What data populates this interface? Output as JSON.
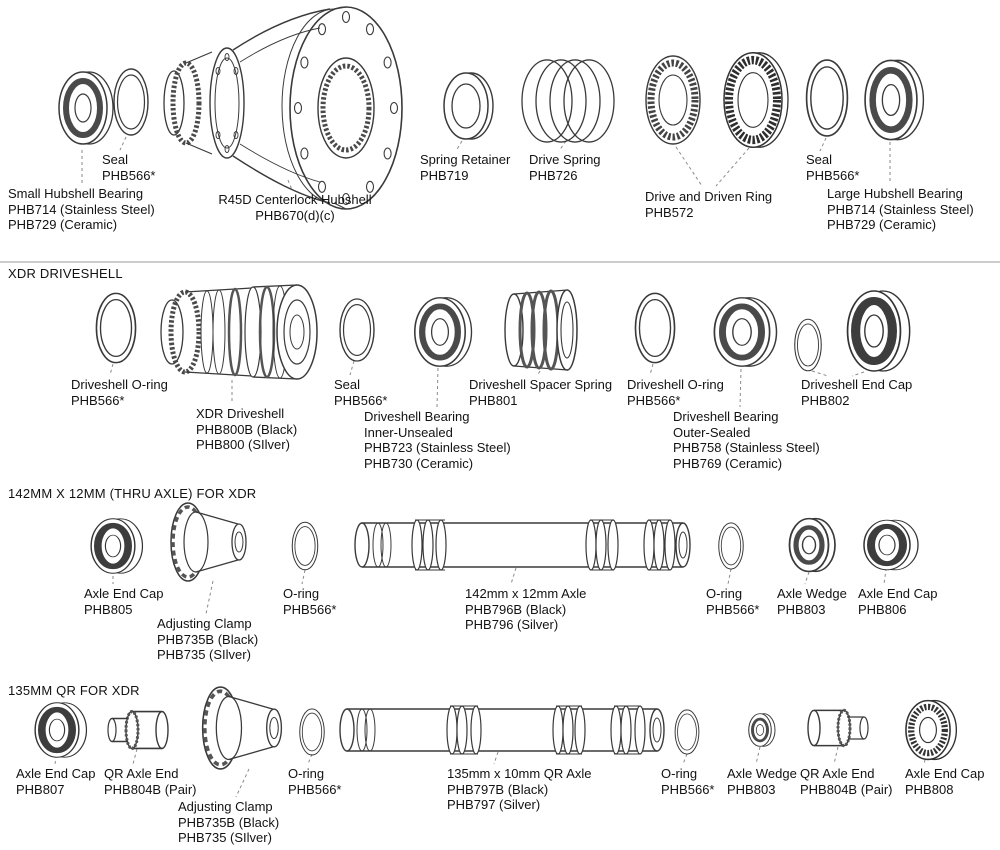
{
  "diagram": {
    "palette": {
      "ink": "#121212",
      "line_art": "#3a3a3a",
      "divider": "#999999"
    },
    "section_headers": {
      "driveshell": "XDR DRIVESHELL",
      "thru_axle": "142MM X 12MM (THRU AXLE) FOR XDR",
      "qr": "135MM QR FOR XDR"
    },
    "labels": {
      "seal_left": {
        "lines": [
          "Seal",
          "PHB566*"
        ]
      },
      "small_hubshell_bearing": {
        "lines": [
          "Small Hubshell Bearing",
          "PHB714 (Stainless Steel)",
          "PHB729 (Ceramic)"
        ]
      },
      "hubshell": {
        "lines": [
          "R45D Centerlock Hubshell",
          "PHB670(d)(c)"
        ]
      },
      "spring_retainer": {
        "lines": [
          "Spring Retainer",
          "PHB719"
        ]
      },
      "drive_spring": {
        "lines": [
          "Drive Spring",
          "PHB726"
        ]
      },
      "drive_driven_ring": {
        "lines": [
          "Drive and Driven Ring",
          "PHB572"
        ]
      },
      "seal_right": {
        "lines": [
          "Seal",
          "PHB566*"
        ]
      },
      "large_hubshell_bearing": {
        "lines": [
          "Large Hubshell Bearing",
          "PHB714 (Stainless Steel)",
          "PHB729 (Ceramic)"
        ]
      },
      "driveshell_oring_left": {
        "lines": [
          "Driveshell O-ring",
          "PHB566*"
        ]
      },
      "xdr_driveshell": {
        "lines": [
          "XDR Driveshell",
          "PHB800B (Black)",
          "PHB800 (SIlver)"
        ]
      },
      "seal_driveshell": {
        "lines": [
          "Seal",
          "PHB566*"
        ]
      },
      "driveshell_bearing_inner": {
        "lines": [
          "Driveshell Bearing",
          "Inner-Unsealed",
          "PHB723 (Stainless Steel)",
          "PHB730 (Ceramic)"
        ]
      },
      "driveshell_spacer_spring": {
        "lines": [
          "Driveshell Spacer Spring",
          "PHB801"
        ]
      },
      "driveshell_oring_right": {
        "lines": [
          "Driveshell O-ring",
          "PHB566*"
        ]
      },
      "driveshell_bearing_outer": {
        "lines": [
          "Driveshell Bearing",
          "Outer-Sealed",
          "PHB758 (Stainless Steel)",
          "PHB769 (Ceramic)"
        ]
      },
      "driveshell_end_cap": {
        "lines": [
          "Driveshell End Cap",
          "PHB802"
        ]
      },
      "axle_end_cap_805": {
        "lines": [
          "Axle End Cap",
          "PHB805"
        ]
      },
      "adjusting_clamp_thru": {
        "lines": [
          "Adjusting Clamp",
          "PHB735B (Black)",
          "PHB735 (SIlver)"
        ]
      },
      "oring_thru_left": {
        "lines": [
          "O-ring",
          "PHB566*"
        ]
      },
      "axle_142": {
        "lines": [
          "142mm x 12mm Axle",
          "PHB796B (Black)",
          "PHB796 (Silver)"
        ]
      },
      "oring_thru_right": {
        "lines": [
          "O-ring",
          "PHB566*"
        ]
      },
      "axle_wedge_thru": {
        "lines": [
          "Axle Wedge",
          "PHB803"
        ]
      },
      "axle_end_cap_806": {
        "lines": [
          "Axle End Cap",
          "PHB806"
        ]
      },
      "axle_end_cap_807": {
        "lines": [
          "Axle End Cap",
          "PHB807"
        ]
      },
      "qr_axle_end_left": {
        "lines": [
          "QR Axle End",
          "PHB804B (Pair)"
        ]
      },
      "adjusting_clamp_qr": {
        "lines": [
          "Adjusting Clamp",
          "PHB735B (Black)",
          "PHB735 (SIlver)"
        ]
      },
      "oring_qr_left": {
        "lines": [
          "O-ring",
          "PHB566*"
        ]
      },
      "axle_135": {
        "lines": [
          "135mm x 10mm QR Axle",
          "PHB797B (Black)",
          "PHB797 (Silver)"
        ]
      },
      "oring_qr_right": {
        "lines": [
          "O-ring",
          "PHB566*"
        ]
      },
      "axle_wedge_qr": {
        "lines": [
          "Axle Wedge",
          "PHB803"
        ]
      },
      "qr_axle_end_right": {
        "lines": [
          "QR Axle End",
          "PHB804B (Pair)"
        ]
      },
      "axle_end_cap_808": {
        "lines": [
          "Axle End Cap",
          "PHB808"
        ]
      }
    }
  }
}
